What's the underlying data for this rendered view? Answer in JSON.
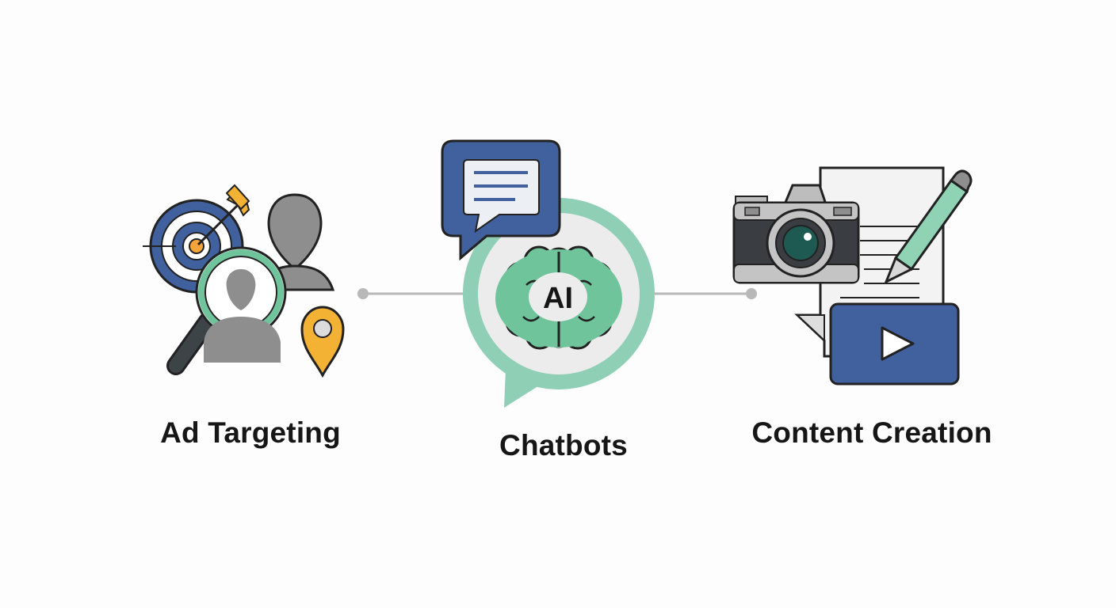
{
  "nodes": [
    {
      "id": "ad-targeting",
      "label": "Ad Targeting",
      "icon": "target-magnifier-person-icon"
    },
    {
      "id": "chatbots",
      "label": "Chatbots",
      "icon": "ai-brain-chat-bubble-icon",
      "badge": "AI"
    },
    {
      "id": "content-creation",
      "label": "Content Creation",
      "icon": "camera-document-video-icon"
    }
  ],
  "colors": {
    "blue": "#40609e",
    "teal": "#8fcfb6",
    "green": "#6fc49c",
    "gray": "#8e8e8e",
    "orange": "#f4b234",
    "outline": "#222222",
    "connector": "#b8b8b8"
  }
}
